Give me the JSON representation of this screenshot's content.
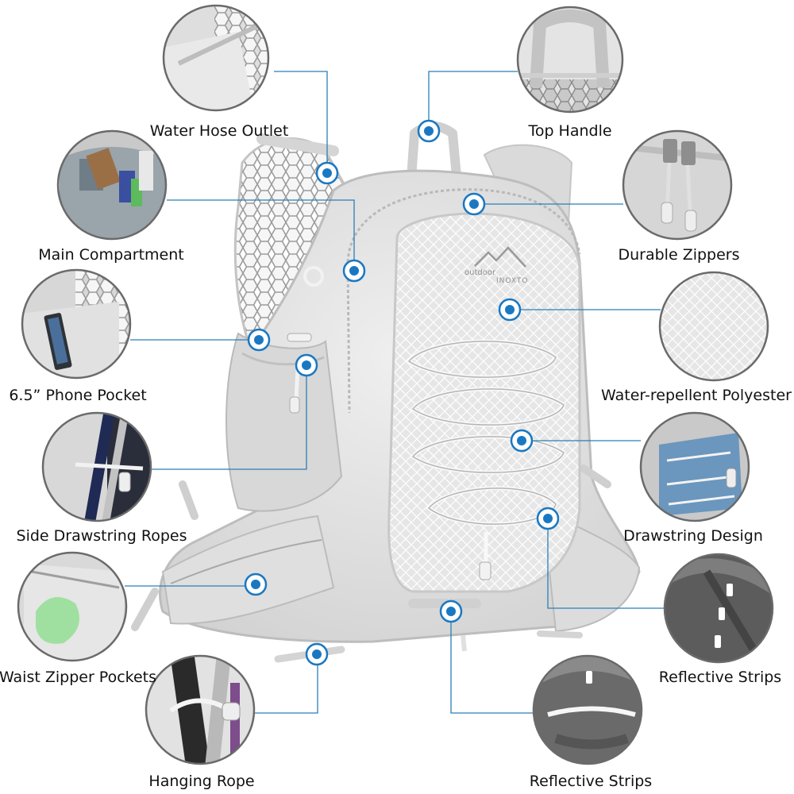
{
  "features": [
    {
      "id": "water-hose-outlet",
      "label": "Water Hose Outlet",
      "thumb": "hose-outlet-closeup"
    },
    {
      "id": "top-handle",
      "label": "Top Handle",
      "thumb": "top-handle-closeup"
    },
    {
      "id": "main-compartment",
      "label": "Main Compartment",
      "thumb": "main-compartment-closeup"
    },
    {
      "id": "durable-zippers",
      "label": "Durable Zippers",
      "thumb": "zipper-closeup"
    },
    {
      "id": "phone-pocket",
      "label": "6.5” Phone Pocket",
      "thumb": "phone-pocket-closeup"
    },
    {
      "id": "water-repellent-polyester",
      "label": "Water-repellent Polyester",
      "thumb": "fabric-closeup"
    },
    {
      "id": "side-drawstring-ropes",
      "label": "Side Drawstring Ropes",
      "thumb": "side-rope-closeup"
    },
    {
      "id": "drawstring-design",
      "label": "Drawstring Design",
      "thumb": "bungee-closeup"
    },
    {
      "id": "waist-zipper-pockets",
      "label": "Waist Zipper Pockets",
      "thumb": "waist-pocket-closeup"
    },
    {
      "id": "reflective-strips-right",
      "label": "Reflective Strips",
      "thumb": "reflective-dark-closeup"
    },
    {
      "id": "hanging-rope",
      "label": "Hanging Rope",
      "thumb": "hanging-rope-closeup"
    },
    {
      "id": "reflective-strips-bottom",
      "label": "Reflective Strips",
      "thumb": "reflective-strip-closeup"
    }
  ],
  "brand": {
    "line1": "outdoor",
    "line2": "INOXTO"
  },
  "colors": {
    "marker": "#1a78c2",
    "leader": "#2b7fb8",
    "bag": "#e4e4e4",
    "text": "#111111"
  }
}
